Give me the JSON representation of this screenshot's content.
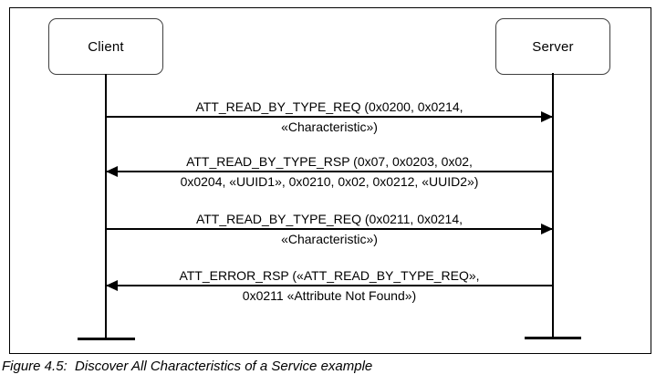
{
  "diagram": {
    "actors": [
      {
        "id": "client",
        "label": "Client"
      },
      {
        "id": "server",
        "label": "Server"
      }
    ],
    "messages": [
      {
        "from": "Client",
        "to": "Server",
        "direction": "right",
        "line1": "ATT_READ_BY_TYPE_REQ (0x0200, 0x0214,",
        "line2": "«Characteristic»)"
      },
      {
        "from": "Server",
        "to": "Client",
        "direction": "left",
        "line1": "ATT_READ_BY_TYPE_RSP (0x07, 0x0203, 0x02,",
        "line2": "0x0204, «UUID1», 0x0210, 0x02, 0x0212, «UUID2»)"
      },
      {
        "from": "Client",
        "to": "Server",
        "direction": "right",
        "line1": "ATT_READ_BY_TYPE_REQ (0x0211, 0x0214,",
        "line2": "«Characteristic»)"
      },
      {
        "from": "Server",
        "to": "Client",
        "direction": "left",
        "line1": "ATT_ERROR_RSP («ATT_READ_BY_TYPE_REQ»,",
        "line2": "0x0211 «Attribute Not Found»)"
      }
    ],
    "colors": {
      "line": "#000000",
      "box_border": "#3f3f3f",
      "background": "#ffffff",
      "text": "#000000"
    }
  },
  "caption": "Figure 4.5:  Discover All Characteristics of a Service example"
}
